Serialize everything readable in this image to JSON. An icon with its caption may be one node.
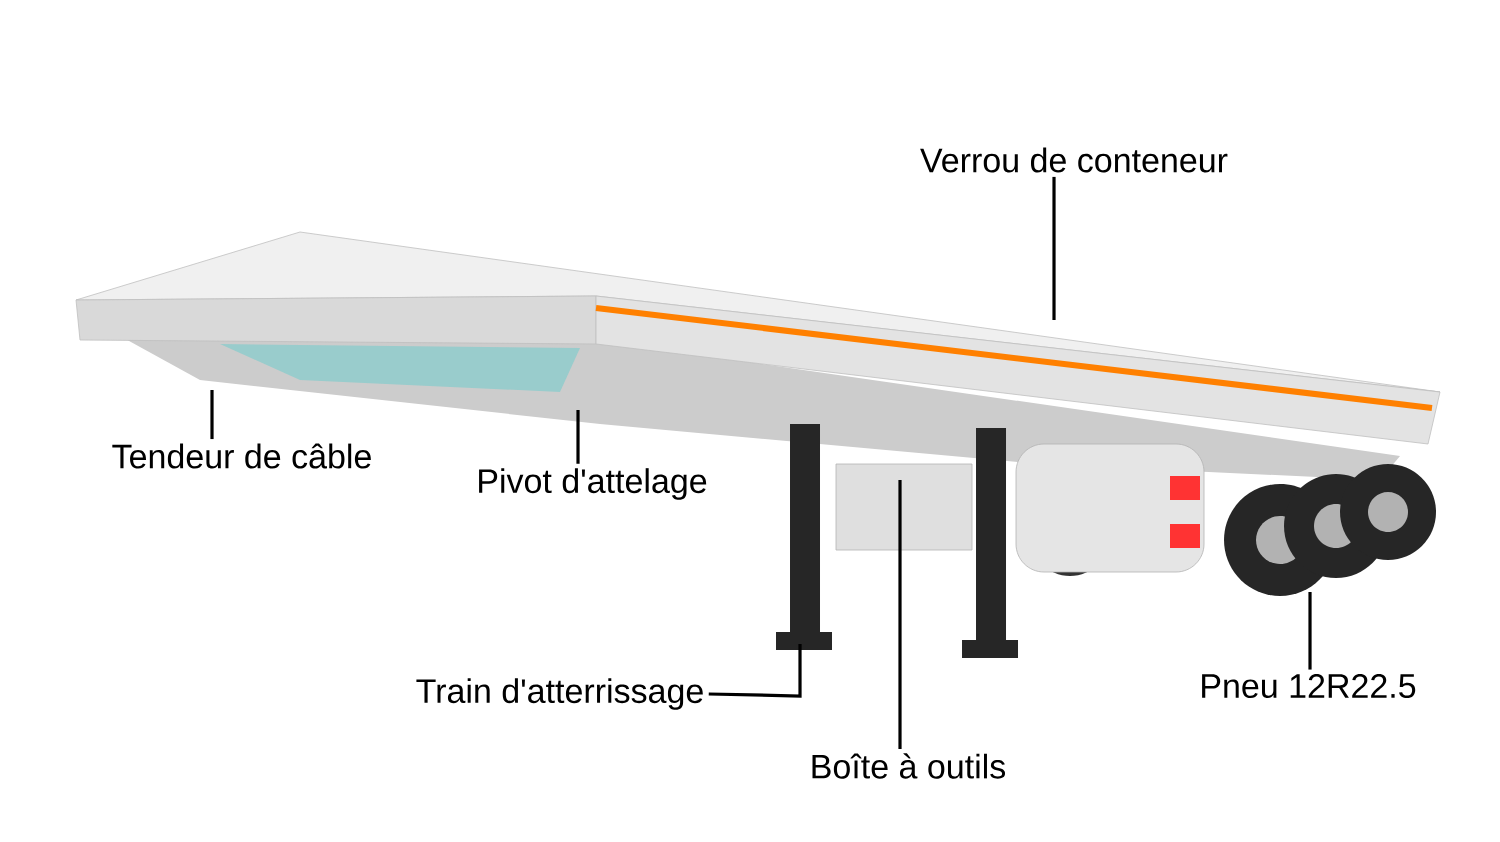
{
  "diagram": {
    "nodes": [
      {
        "text": [
          "Verrou de conteneur"
        ]
      },
      {
        "text": [
          "Tendeur de câble"
        ]
      },
      {
        "text": [
          "Pivot d'attelage"
        ]
      },
      {
        "text": [
          "Train d'atterrissage"
        ]
      },
      {
        "text": [
          "Boîte à outils"
        ]
      },
      {
        "text": [
          "Pneu 12R22.5"
        ]
      }
    ],
    "edges": [
      {
        "from": 0,
        "to": null,
        "arrow": "none"
      },
      {
        "from": 1,
        "to": null,
        "arrow": "none"
      },
      {
        "from": 2,
        "to": null,
        "arrow": "none"
      },
      {
        "from": 3,
        "to": null,
        "arrow": "none"
      },
      {
        "from": 4,
        "to": null,
        "arrow": "none"
      },
      {
        "from": 5,
        "to": null,
        "arrow": "none"
      }
    ]
  }
}
